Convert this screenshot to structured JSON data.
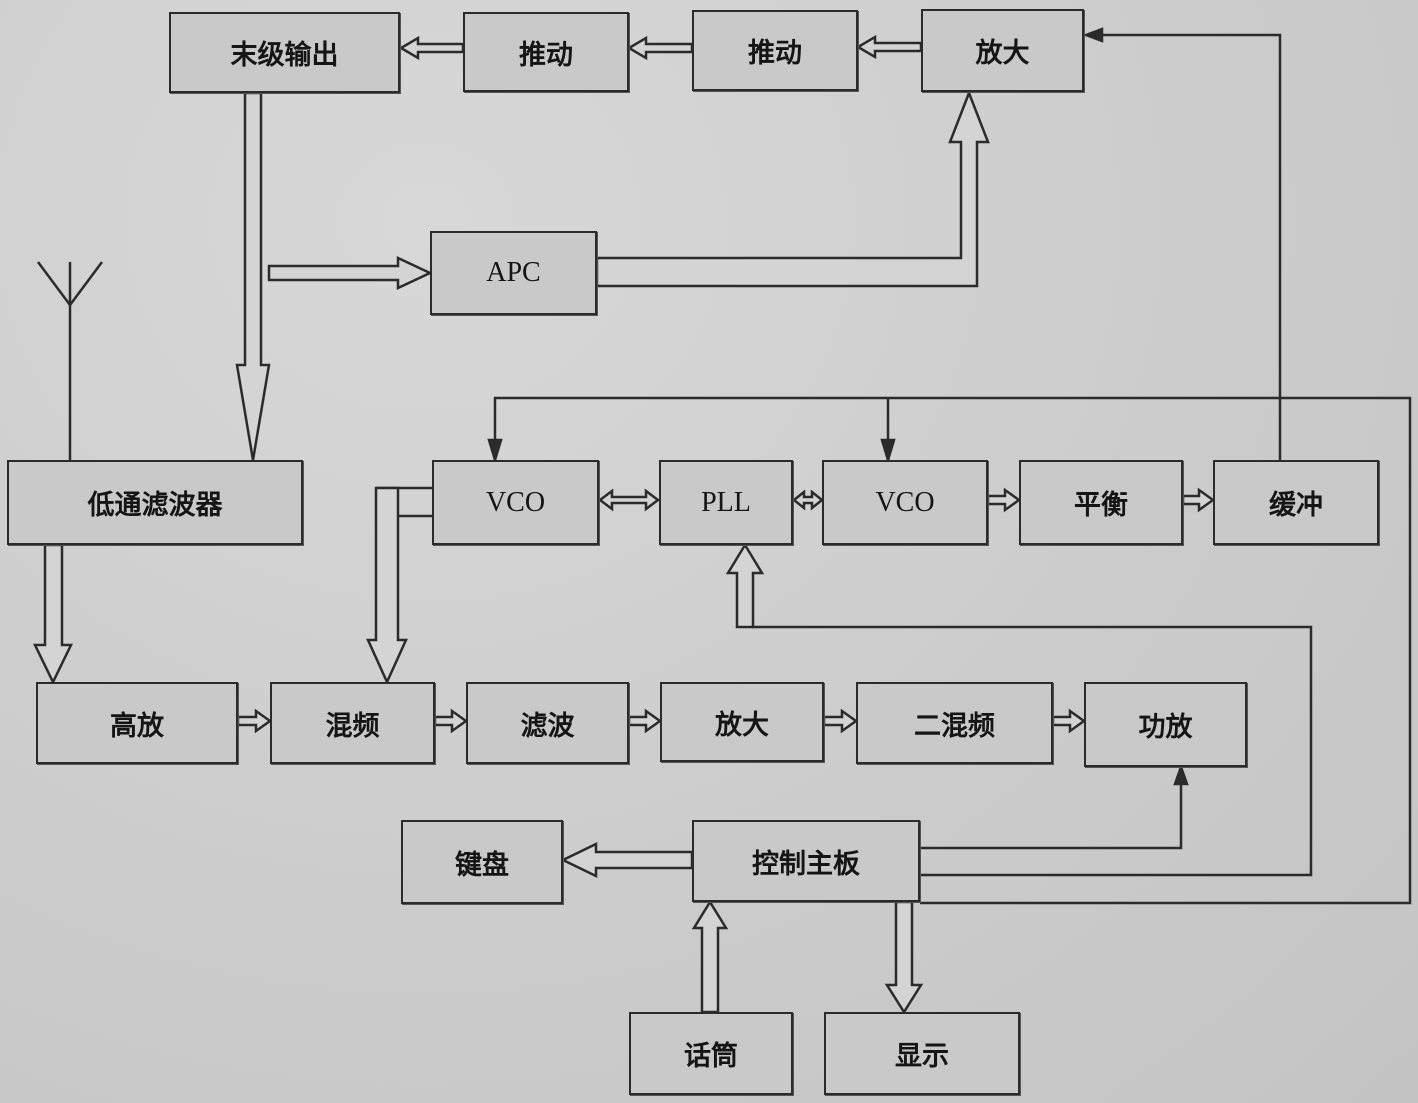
{
  "diagram": {
    "transmit_chain": {
      "final_output": "末级输出",
      "driver_1": "推动",
      "driver_2": "推动",
      "amplifier": "放大",
      "apc": "APC"
    },
    "filter": {
      "lowpass": "低通滤波器"
    },
    "synthesizer": {
      "vco_1": "VCO",
      "pll": "PLL",
      "vco_2": "VCO",
      "balance": "平衡",
      "buffer": "缓冲"
    },
    "receive_chain": {
      "rf_amp": "高放",
      "mixer": "混频",
      "filter": "滤波",
      "amplifier": "放大",
      "second_mixer": "二混频",
      "power_amp": "功放"
    },
    "control": {
      "keyboard": "键盘",
      "main_board": "控制主板",
      "microphone": "话筒",
      "display": "显示"
    }
  },
  "colors": {
    "background": "#cfcfcf",
    "box_fill": "#c9c9c9",
    "ink": "#2b2b2b"
  }
}
